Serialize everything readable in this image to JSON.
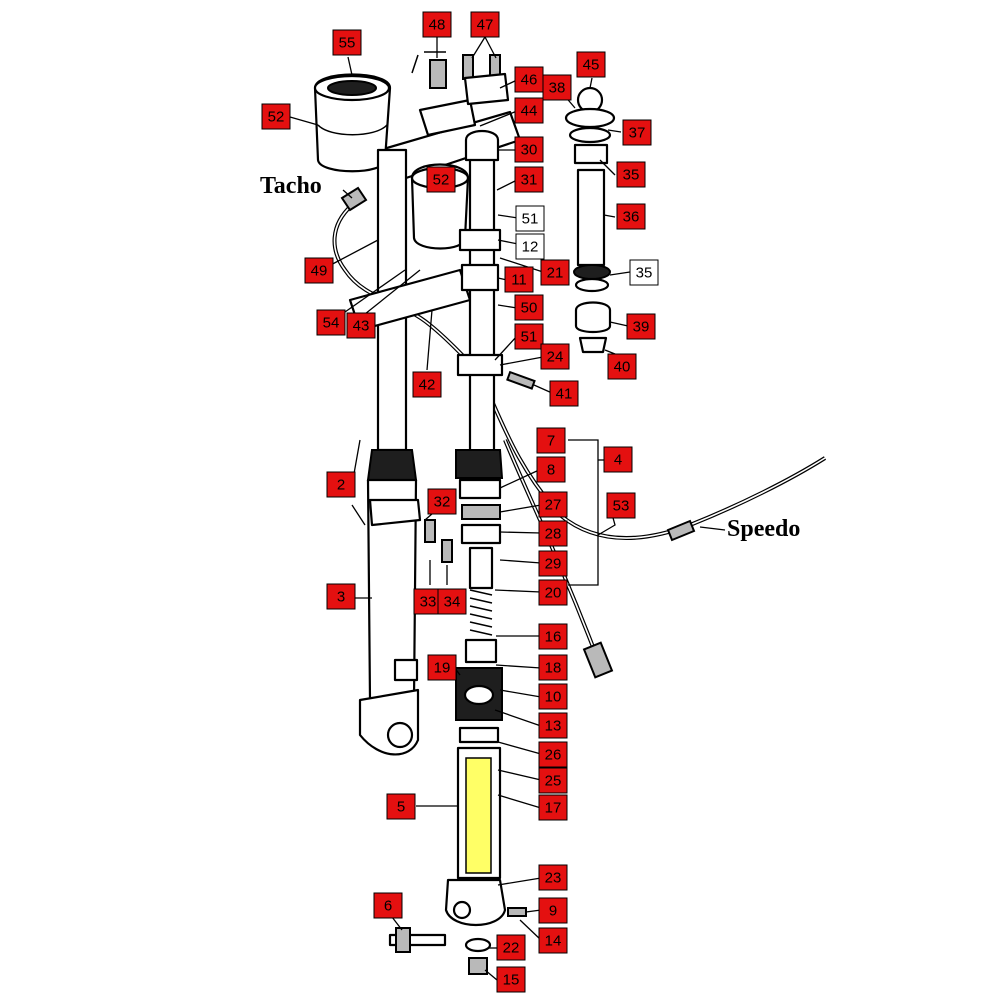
{
  "style": {
    "callout_fill": "#e41010",
    "callout_alt_fill": "#ffffff",
    "highlight": "#ffff66"
  },
  "labels": {
    "tacho": "Tacho",
    "speedo": "Speedo"
  },
  "callouts": [
    {
      "id": "c55",
      "text": "55",
      "style": "red"
    },
    {
      "id": "c48",
      "text": "48",
      "style": "red"
    },
    {
      "id": "c47",
      "text": "47",
      "style": "red"
    },
    {
      "id": "c46",
      "text": "46",
      "style": "red"
    },
    {
      "id": "c45",
      "text": "45",
      "style": "red"
    },
    {
      "id": "c38",
      "text": "38",
      "style": "red"
    },
    {
      "id": "c44",
      "text": "44",
      "style": "red"
    },
    {
      "id": "c52a",
      "text": "52",
      "style": "red"
    },
    {
      "id": "c37",
      "text": "37",
      "style": "red"
    },
    {
      "id": "c30",
      "text": "30",
      "style": "red"
    },
    {
      "id": "c52b",
      "text": "52",
      "style": "red"
    },
    {
      "id": "c31",
      "text": "31",
      "style": "red"
    },
    {
      "id": "c35a",
      "text": "35",
      "style": "red"
    },
    {
      "id": "c51a",
      "text": "51",
      "style": "white"
    },
    {
      "id": "c36",
      "text": "36",
      "style": "red"
    },
    {
      "id": "c12",
      "text": "12",
      "style": "white"
    },
    {
      "id": "c49",
      "text": "49",
      "style": "red"
    },
    {
      "id": "c21",
      "text": "21",
      "style": "red"
    },
    {
      "id": "c35b",
      "text": "35",
      "style": "white"
    },
    {
      "id": "c11",
      "text": "11",
      "style": "red"
    },
    {
      "id": "c50",
      "text": "50",
      "style": "red"
    },
    {
      "id": "c54",
      "text": "54",
      "style": "red"
    },
    {
      "id": "c43",
      "text": "43",
      "style": "red"
    },
    {
      "id": "c39",
      "text": "39",
      "style": "red"
    },
    {
      "id": "c51b",
      "text": "51",
      "style": "red"
    },
    {
      "id": "c24",
      "text": "24",
      "style": "red"
    },
    {
      "id": "c40",
      "text": "40",
      "style": "red"
    },
    {
      "id": "c42",
      "text": "42",
      "style": "red"
    },
    {
      "id": "c41",
      "text": "41",
      "style": "red"
    },
    {
      "id": "c7",
      "text": "7",
      "style": "red"
    },
    {
      "id": "c4",
      "text": "4",
      "style": "red"
    },
    {
      "id": "c8",
      "text": "8",
      "style": "red"
    },
    {
      "id": "c2",
      "text": "2",
      "style": "red"
    },
    {
      "id": "c32",
      "text": "32",
      "style": "red"
    },
    {
      "id": "c27",
      "text": "27",
      "style": "red"
    },
    {
      "id": "c53",
      "text": "53",
      "style": "red"
    },
    {
      "id": "c28",
      "text": "28",
      "style": "red"
    },
    {
      "id": "c29",
      "text": "29",
      "style": "red"
    },
    {
      "id": "c20",
      "text": "20",
      "style": "red"
    },
    {
      "id": "c3",
      "text": "3",
      "style": "red"
    },
    {
      "id": "c33",
      "text": "33",
      "style": "red"
    },
    {
      "id": "c34",
      "text": "34",
      "style": "red"
    },
    {
      "id": "c16",
      "text": "16",
      "style": "red"
    },
    {
      "id": "c19",
      "text": "19",
      "style": "red"
    },
    {
      "id": "c18",
      "text": "18",
      "style": "red"
    },
    {
      "id": "c10",
      "text": "10",
      "style": "red"
    },
    {
      "id": "c13",
      "text": "13",
      "style": "red"
    },
    {
      "id": "c26",
      "text": "26",
      "style": "red"
    },
    {
      "id": "c25",
      "text": "25",
      "style": "red"
    },
    {
      "id": "c5",
      "text": "5",
      "style": "red"
    },
    {
      "id": "c17",
      "text": "17",
      "style": "red"
    },
    {
      "id": "c23",
      "text": "23",
      "style": "red"
    },
    {
      "id": "c6",
      "text": "6",
      "style": "red"
    },
    {
      "id": "c9",
      "text": "9",
      "style": "red"
    },
    {
      "id": "c14",
      "text": "14",
      "style": "red"
    },
    {
      "id": "c22",
      "text": "22",
      "style": "red"
    },
    {
      "id": "c15",
      "text": "15",
      "style": "red"
    }
  ]
}
